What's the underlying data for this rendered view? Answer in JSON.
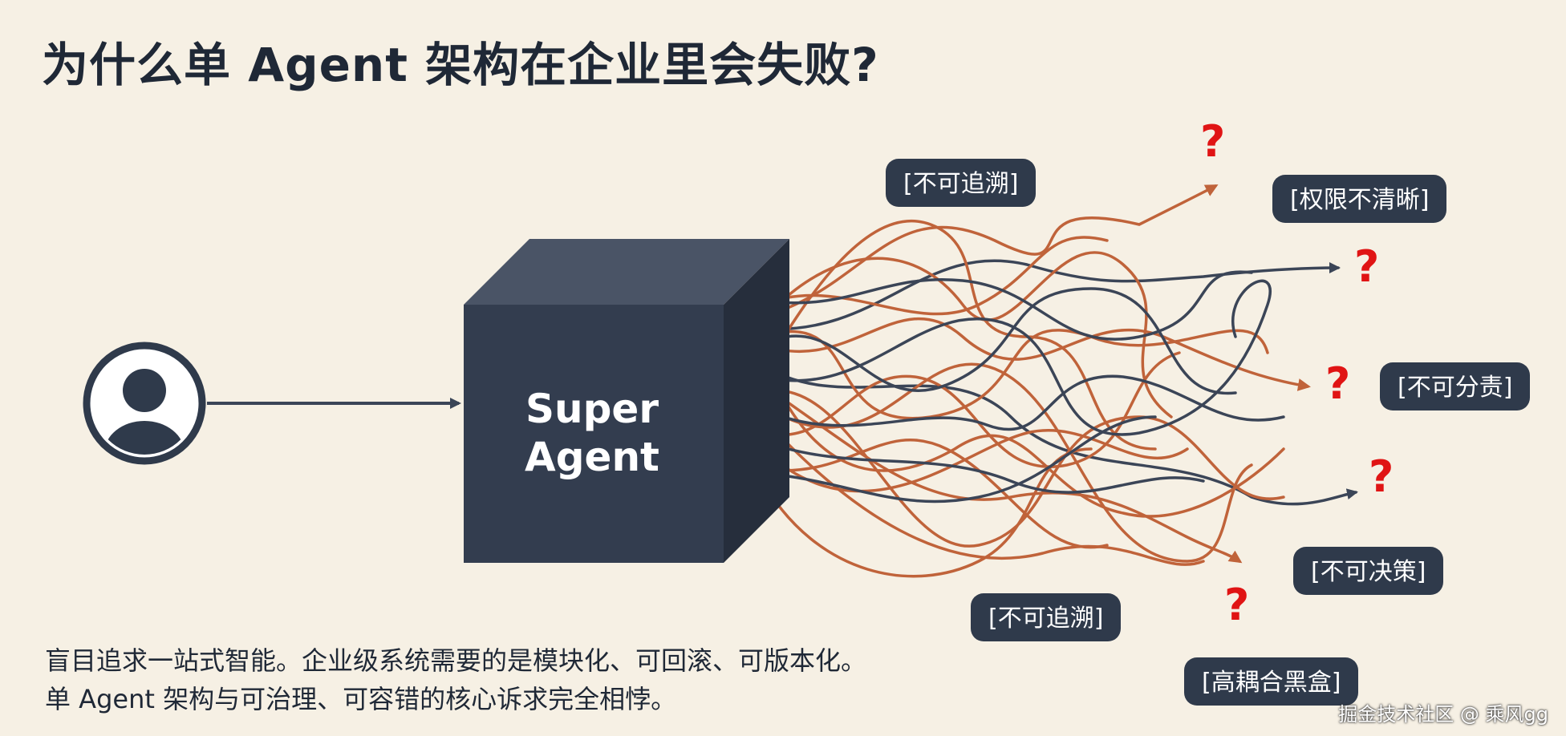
{
  "title": "为什么单 Agent 架构在企业里会失败?",
  "agent": {
    "line1": "Super",
    "line2": "Agent"
  },
  "tags": [
    "[不可追溯]",
    "[权限不清晰]",
    "[不可分责]",
    "[不可决策]",
    "[不可追溯]",
    "[高耦合黑盒]"
  ],
  "question_mark": "?",
  "caption": {
    "line1": "盲目追求一站式智能。企业级系统需要的是模块化、可回滚、可版本化。",
    "line2": "单 Agent 架构与可治理、可容错的核心诉求完全相悖。"
  },
  "watermark": "掘金技术社区 @ 乘风gg",
  "colors": {
    "background": "#f6f0e4",
    "box": "#333d4f",
    "tag": "#2f3a4b",
    "question": "#e01414",
    "wire_orange": "#c0633a",
    "wire_dark": "#3b4557"
  },
  "icons": [
    "user-icon",
    "arrow-icon",
    "question-icon"
  ]
}
